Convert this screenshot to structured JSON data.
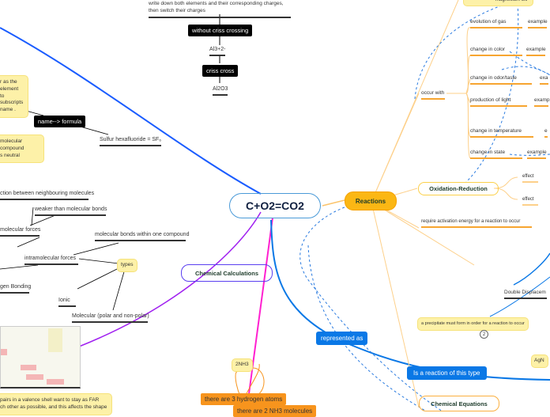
{
  "central": {
    "title": "C+O2=CO2"
  },
  "colors": {
    "central_border": "#4a9ad8",
    "reactions": "#fbb714",
    "calc_border": "#5a3ff0",
    "blue": "#0a78e6",
    "magenta": "#ff20d0",
    "purple": "#a020f0",
    "orange": "#f7941d",
    "note": "#fdf1a8"
  },
  "topics": {
    "reactions": "Reactions",
    "oxidation": "Oxidation-Reduction",
    "calculations": "Chemical Calculations",
    "equations": "Chemical Equations"
  },
  "left": {
    "write_down": [
      "write down both elements and their corresponding charges,",
      "then switch their charges"
    ],
    "without_criss": "without criss crossing",
    "al_charges": "Al3+2-",
    "criss_cross": "criss cross",
    "al2o3": "Al2O3",
    "note1": [
      "r as the",
      "element to",
      " subscripts",
      "name ."
    ],
    "name_formula": "name--> formula",
    "sulfur": "Sulfur hexafluoride = SF₆",
    "note2": [
      "molecular compound",
      "s neutral"
    ],
    "attraction": "ction between neighbouring molecules",
    "weaker": "weaker than molecular bonds",
    "intermolecular": "molecular forces",
    "within": "molecular bonds within one compound",
    "intramolecular": "intramolecular forces",
    "types": "types",
    "hydrogen": "gen Bonding",
    "ionic": "Ionic",
    "molecular": "Molecular (polar and non-polar)",
    "vsepr_note": [
      "pairs in a valence shell want to stay as FAR",
      "ch other as possible, and this affects the shape"
    ]
  },
  "right": {
    "magnesium": "magnesium oxi",
    "occur_with": "occur with",
    "signs": [
      {
        "label": "evolution of gas",
        "example": "example"
      },
      {
        "label": "change in color",
        "example": "example"
      },
      {
        "label": "change in odor/taste",
        "example": "exa"
      },
      {
        "label": "production of light",
        "example": "examp"
      },
      {
        "label": "change in temperature",
        "example": "e"
      },
      {
        "label": "change in state",
        "example": "example"
      }
    ],
    "effect1": "effect",
    "effect2": "effect",
    "activation": "require activation energy for a reaction to occur",
    "double": "Double Displacem",
    "precipitate": "a precipitate must form in order for a reaction to occur",
    "badge": "2",
    "agn": "AgN",
    "represented": "represented as",
    "reaction_type": "Is a reaction of this type"
  },
  "bottom": {
    "nh3": "2NH3",
    "hydrogen_atoms": "there are 3 hydrogen atoms",
    "molecules": "there are 2 NH3 molecules"
  }
}
